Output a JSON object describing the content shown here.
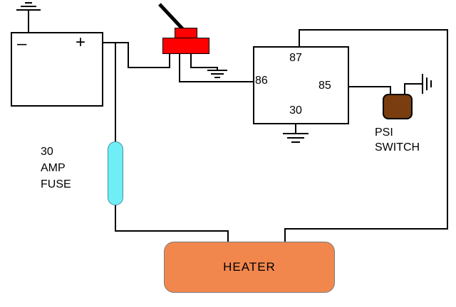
{
  "battery": {
    "negative": "–",
    "positive": "+"
  },
  "relay": {
    "pin_top": "87",
    "pin_left": "86",
    "pin_right": "85",
    "pin_bottom": "30"
  },
  "fuse": {
    "line1": "30",
    "line2": "AMP",
    "line3": "FUSE"
  },
  "psi_switch": {
    "line1": "PSI",
    "line2": "SWITCH"
  },
  "heater": {
    "label": "HEATER"
  },
  "colors": {
    "wire": "#000000",
    "switch_red": "#fe0000",
    "fuse_cyan": "#6feef6",
    "psi_brown": "#7a3d0f",
    "heater_orange": "#f2874e"
  }
}
